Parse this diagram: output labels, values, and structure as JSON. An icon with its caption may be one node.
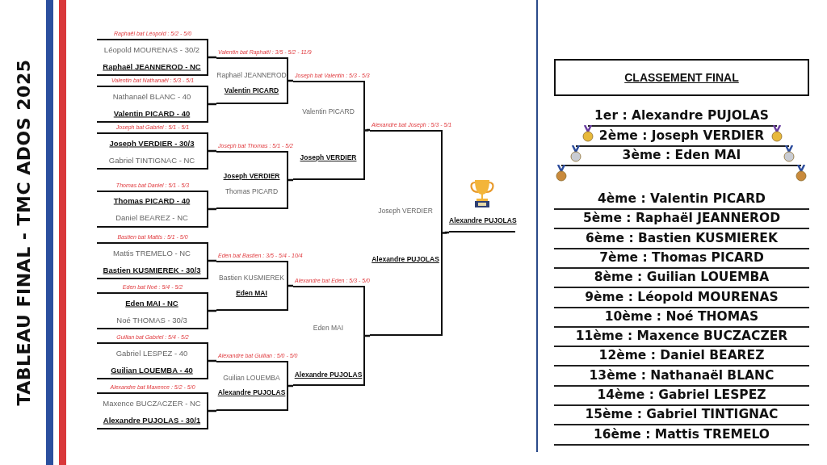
{
  "diagram": {
    "title": "TABLEAU FINAL - TMC ADOS 2025",
    "nodes": [
      {
        "text": [
          "Léopold MOURENAS - 30/2",
          "Raphaël JEANNEROD - NC"
        ],
        "beside": [
          "Raphaël bat Léopold : 5/2 - 5/0"
        ]
      },
      {
        "text": [
          "Nathanaël BLANC - 40",
          "Valentin PICARD - 40"
        ],
        "beside": [
          "Valentin bat Nathanaël : 5/3 - 5/1"
        ]
      },
      {
        "text": [
          "Joseph VERDIER - 30/3",
          "Gabriel TINTIGNAC - NC"
        ],
        "beside": [
          "Joseph bat Gabriel : 5/1 - 5/1"
        ]
      },
      {
        "text": [
          "Thomas PICARD - 40",
          "Daniel BEAREZ - NC"
        ],
        "beside": [
          "Thomas bat Daniel : 5/1 - 5/3"
        ]
      },
      {
        "text": [
          "Mattis TREMELO - NC",
          "Bastien KUSMIEREK - 30/3"
        ],
        "beside": [
          "Bastien bat Mattis : 5/1 - 5/0"
        ]
      },
      {
        "text": [
          "Eden MAI - NC",
          "Noé THOMAS - 30/3"
        ],
        "beside": [
          "Eden bat Noé : 5/4 - 5/2"
        ]
      },
      {
        "text": [
          "Gabriel LESPEZ - 40",
          "Guilian LOUEMBA - 40"
        ],
        "beside": [
          "Guilian bat Gabriel : 5/4 - 5/2"
        ]
      },
      {
        "text": [
          "Maxence BUCZACZER - NC",
          "Alexandre PUJOLAS - 30/1"
        ],
        "beside": [
          "Alexandre bat Maxence : 5/2 - 5/0"
        ]
      },
      {
        "text": [
          "Raphaël JEANNEROD",
          "Valentin PICARD"
        ],
        "beside": [
          "Valentin bat Raphaël : 3/5 - 5/2 - 11/9"
        ]
      },
      {
        "text": [
          "Joseph VERDIER",
          "Thomas PICARD"
        ],
        "beside": [
          "Joseph bat Thomas : 5/1 - 5/2"
        ]
      },
      {
        "text": [
          "Bastien KUSMIEREK",
          "Eden MAI"
        ],
        "beside": [
          "Eden bat Bastien : 3/5 - 5/4 - 10/4"
        ]
      },
      {
        "text": [
          "Guilian LOUEMBA",
          "Alexandre PUJOLAS"
        ],
        "beside": [
          "Alexandre bat Guilian : 5/0 - 5/0"
        ]
      },
      {
        "text": [
          "Valentin PICARD",
          "Joseph VERDIER"
        ],
        "beside": [
          "Joseph bat Valentin : 5/3 - 5/3"
        ]
      },
      {
        "text": [
          "Eden MAI",
          "Alexandre PUJOLAS"
        ],
        "beside": [
          "Alexandre bat Eden : 5/3 - 5/0"
        ]
      },
      {
        "text": [
          "Joseph VERDIER",
          "Alexandre PUJOLAS"
        ],
        "beside": [
          "Alexandre bat Joseph : 5/3 - 5/1"
        ]
      },
      {
        "text": [
          "Alexandre PUJOLAS"
        ]
      },
      {
        "text": [
          "CLASSEMENT FINAL"
        ]
      }
    ],
    "edges": [
      {
        "from": 0,
        "to": 8,
        "arrow": "none"
      },
      {
        "from": 1,
        "to": 8,
        "arrow": "none"
      },
      {
        "from": 2,
        "to": 9,
        "arrow": "none"
      },
      {
        "from": 3,
        "to": 9,
        "arrow": "none"
      },
      {
        "from": 4,
        "to": 10,
        "arrow": "none"
      },
      {
        "from": 5,
        "to": 10,
        "arrow": "none"
      },
      {
        "from": 6,
        "to": 11,
        "arrow": "none"
      },
      {
        "from": 7,
        "to": 11,
        "arrow": "none"
      },
      {
        "from": 8,
        "to": 12,
        "arrow": "none"
      },
      {
        "from": 9,
        "to": 12,
        "arrow": "none"
      },
      {
        "from": 10,
        "to": 13,
        "arrow": "none"
      },
      {
        "from": 11,
        "to": 13,
        "arrow": "none"
      },
      {
        "from": 12,
        "to": 14,
        "arrow": "none"
      },
      {
        "from": 13,
        "to": 14,
        "arrow": "none"
      },
      {
        "from": 14,
        "to": 15,
        "arrow": "none"
      }
    ],
    "labels": [
      "1er : Alexandre PUJOLAS",
      "2ème : Joseph VERDIER",
      "3ème : Eden MAI",
      "4ème : Valentin PICARD",
      "5ème : Raphaël JEANNEROD",
      "6ème : Bastien KUSMIEREK",
      "7ème : Thomas PICARD",
      "8ème : Guilian LOUEMBA",
      "9ème : Léopold MOURENAS",
      "10ème : Noé THOMAS",
      "11ème : Maxence BUCZACZER",
      "12ème : Daniel BEAREZ",
      "13ème : Nathanaël BLANC",
      "14ème : Gabriel LESPEZ",
      "15ème : Gabriel TINTIGNAC",
      "16ème : Mattis TREMELO"
    ]
  }
}
